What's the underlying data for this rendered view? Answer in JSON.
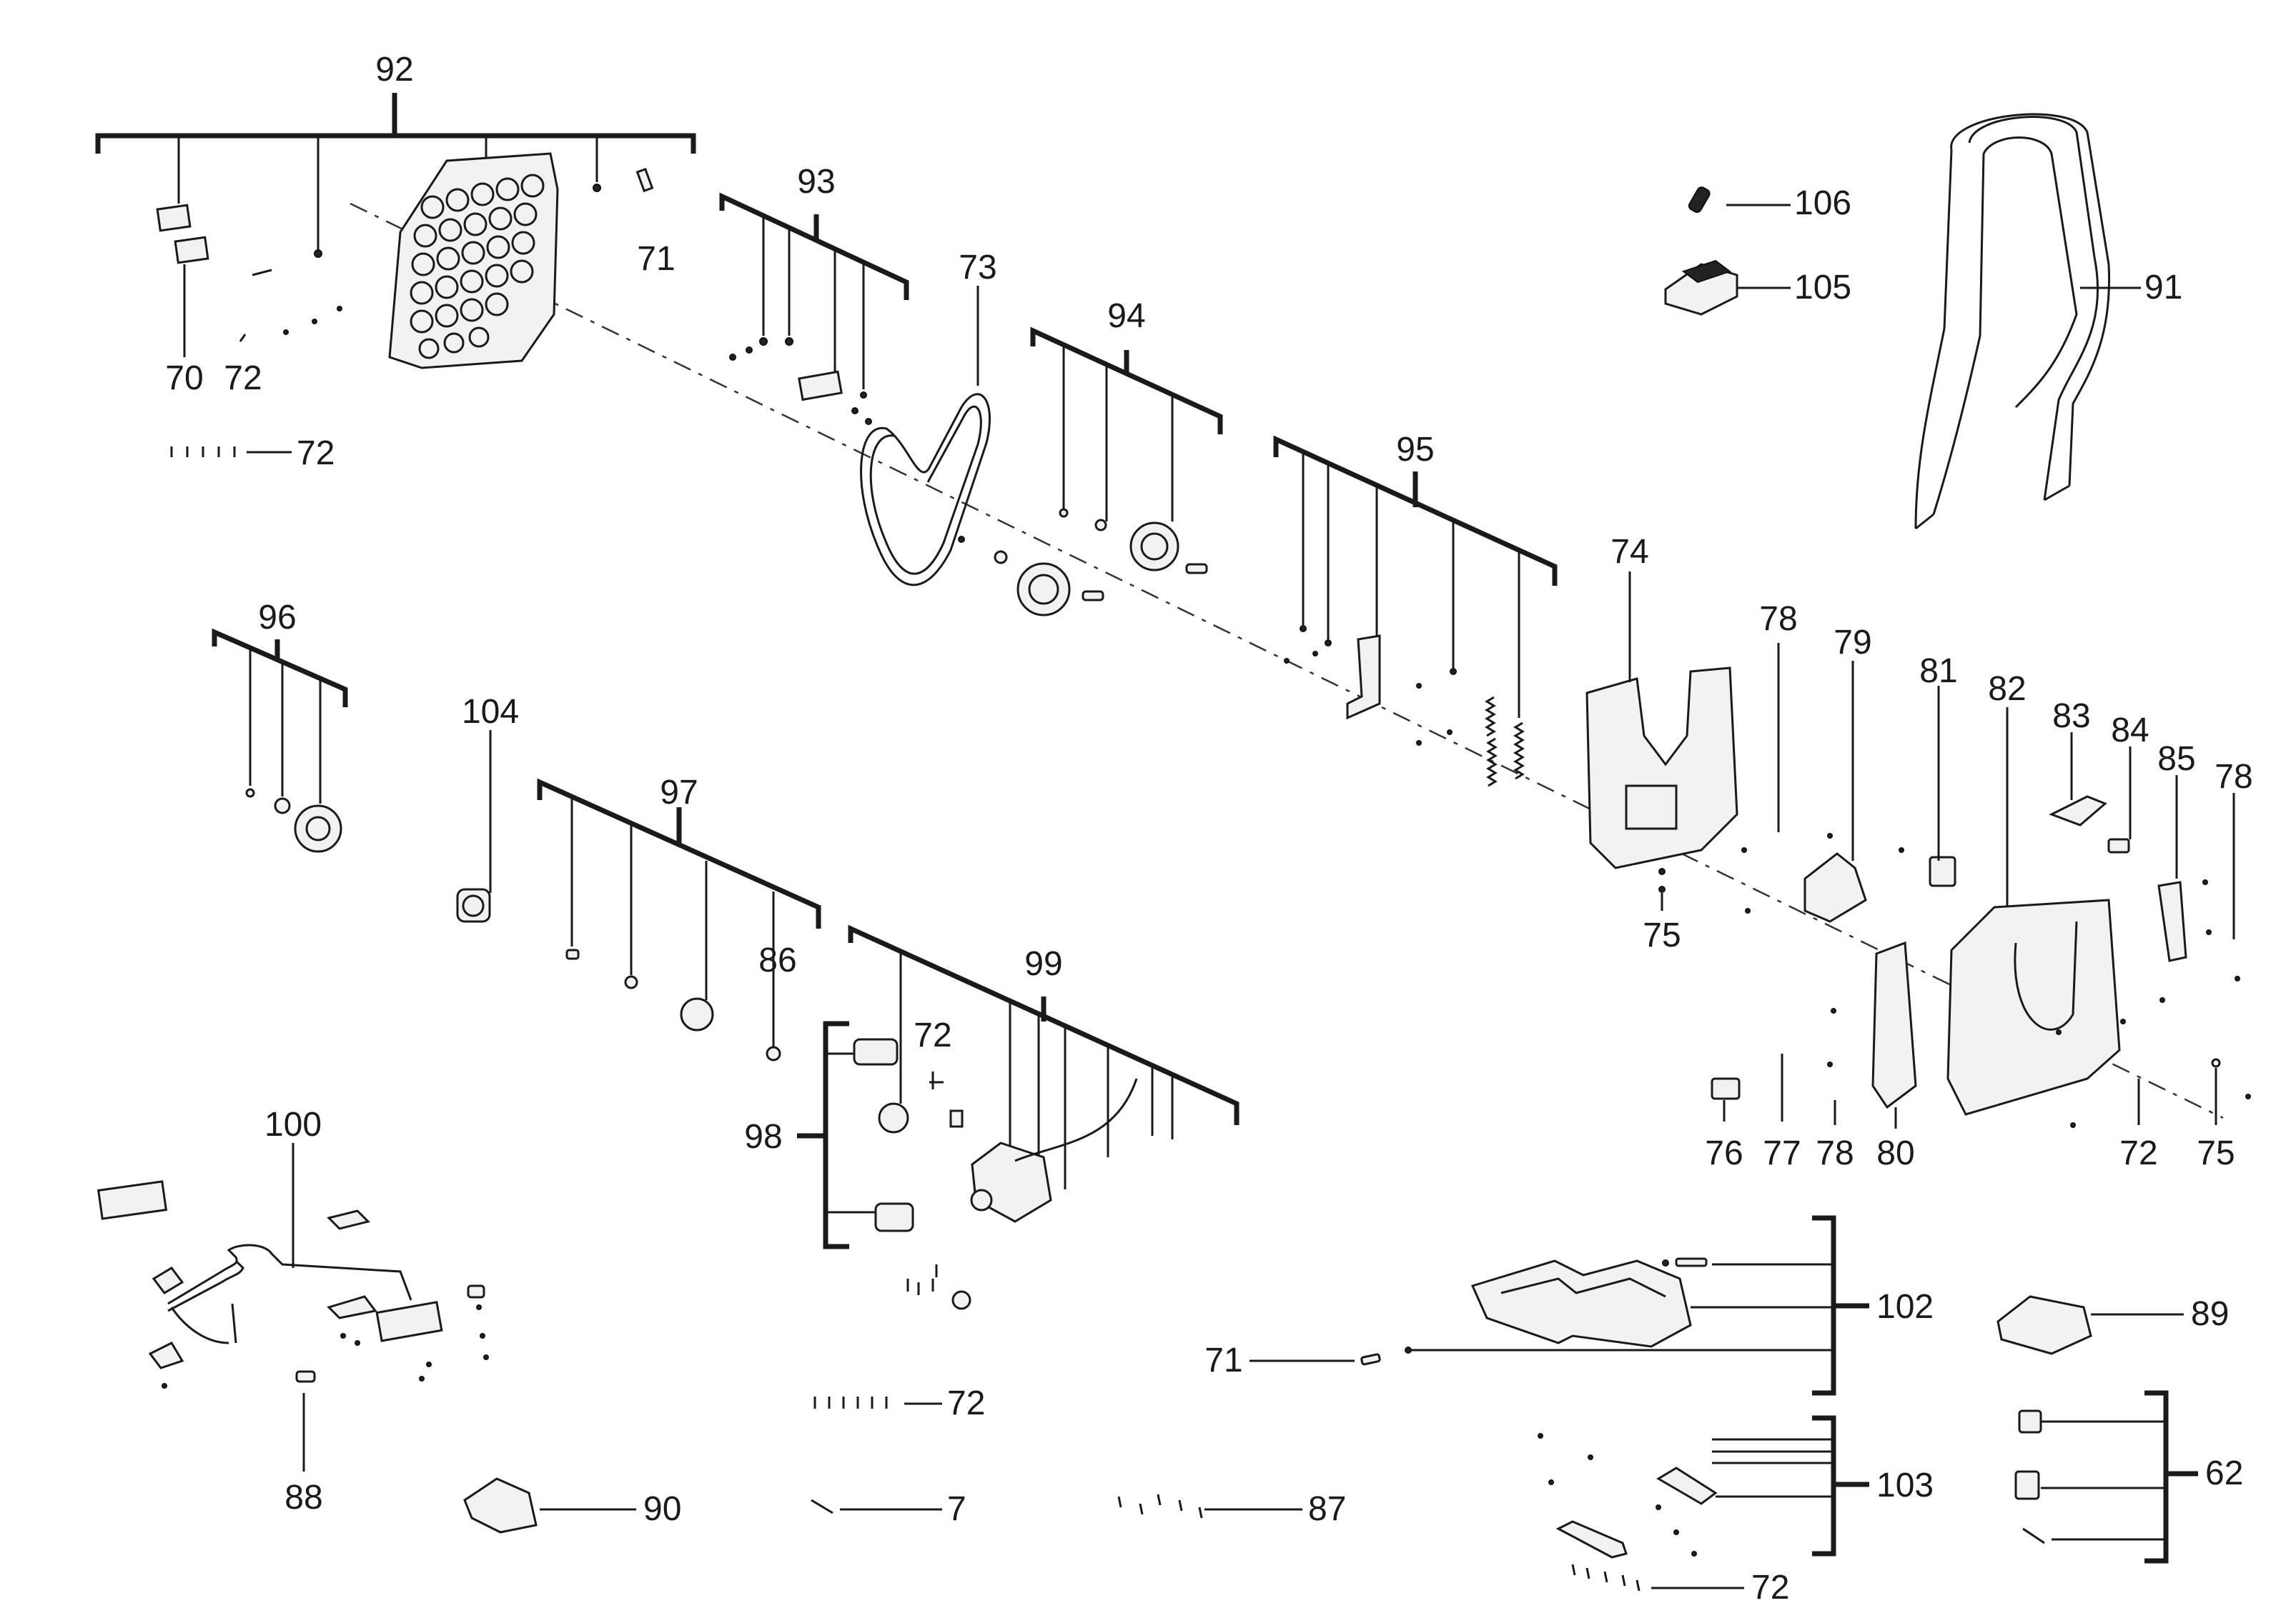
{
  "labels": {
    "l92": "92",
    "l71a": "71",
    "l70": "70",
    "l72a": "72",
    "l72b": "72",
    "l93": "93",
    "l73": "73",
    "l94": "94",
    "l95": "95",
    "l74": "74",
    "l106": "106",
    "l105": "105",
    "l91": "91",
    "l96": "96",
    "l104": "104",
    "l97": "97",
    "l86": "86",
    "l99": "99",
    "l72c": "72",
    "l98": "98",
    "l78a": "78",
    "l79": "79",
    "l81": "81",
    "l82": "82",
    "l83": "83",
    "l84": "84",
    "l85": "85",
    "l78b": "78",
    "l75a": "75",
    "l76": "76",
    "l77": "77",
    "l78c": "78",
    "l80": "80",
    "l72d": "72",
    "l75b": "75",
    "l100": "100",
    "l88": "88",
    "l90": "90",
    "l72e": "72",
    "l7": "7",
    "l87": "87",
    "l71b": "71",
    "l102": "102",
    "l89": "89",
    "l103": "103",
    "l62": "62",
    "l72f": "72"
  }
}
